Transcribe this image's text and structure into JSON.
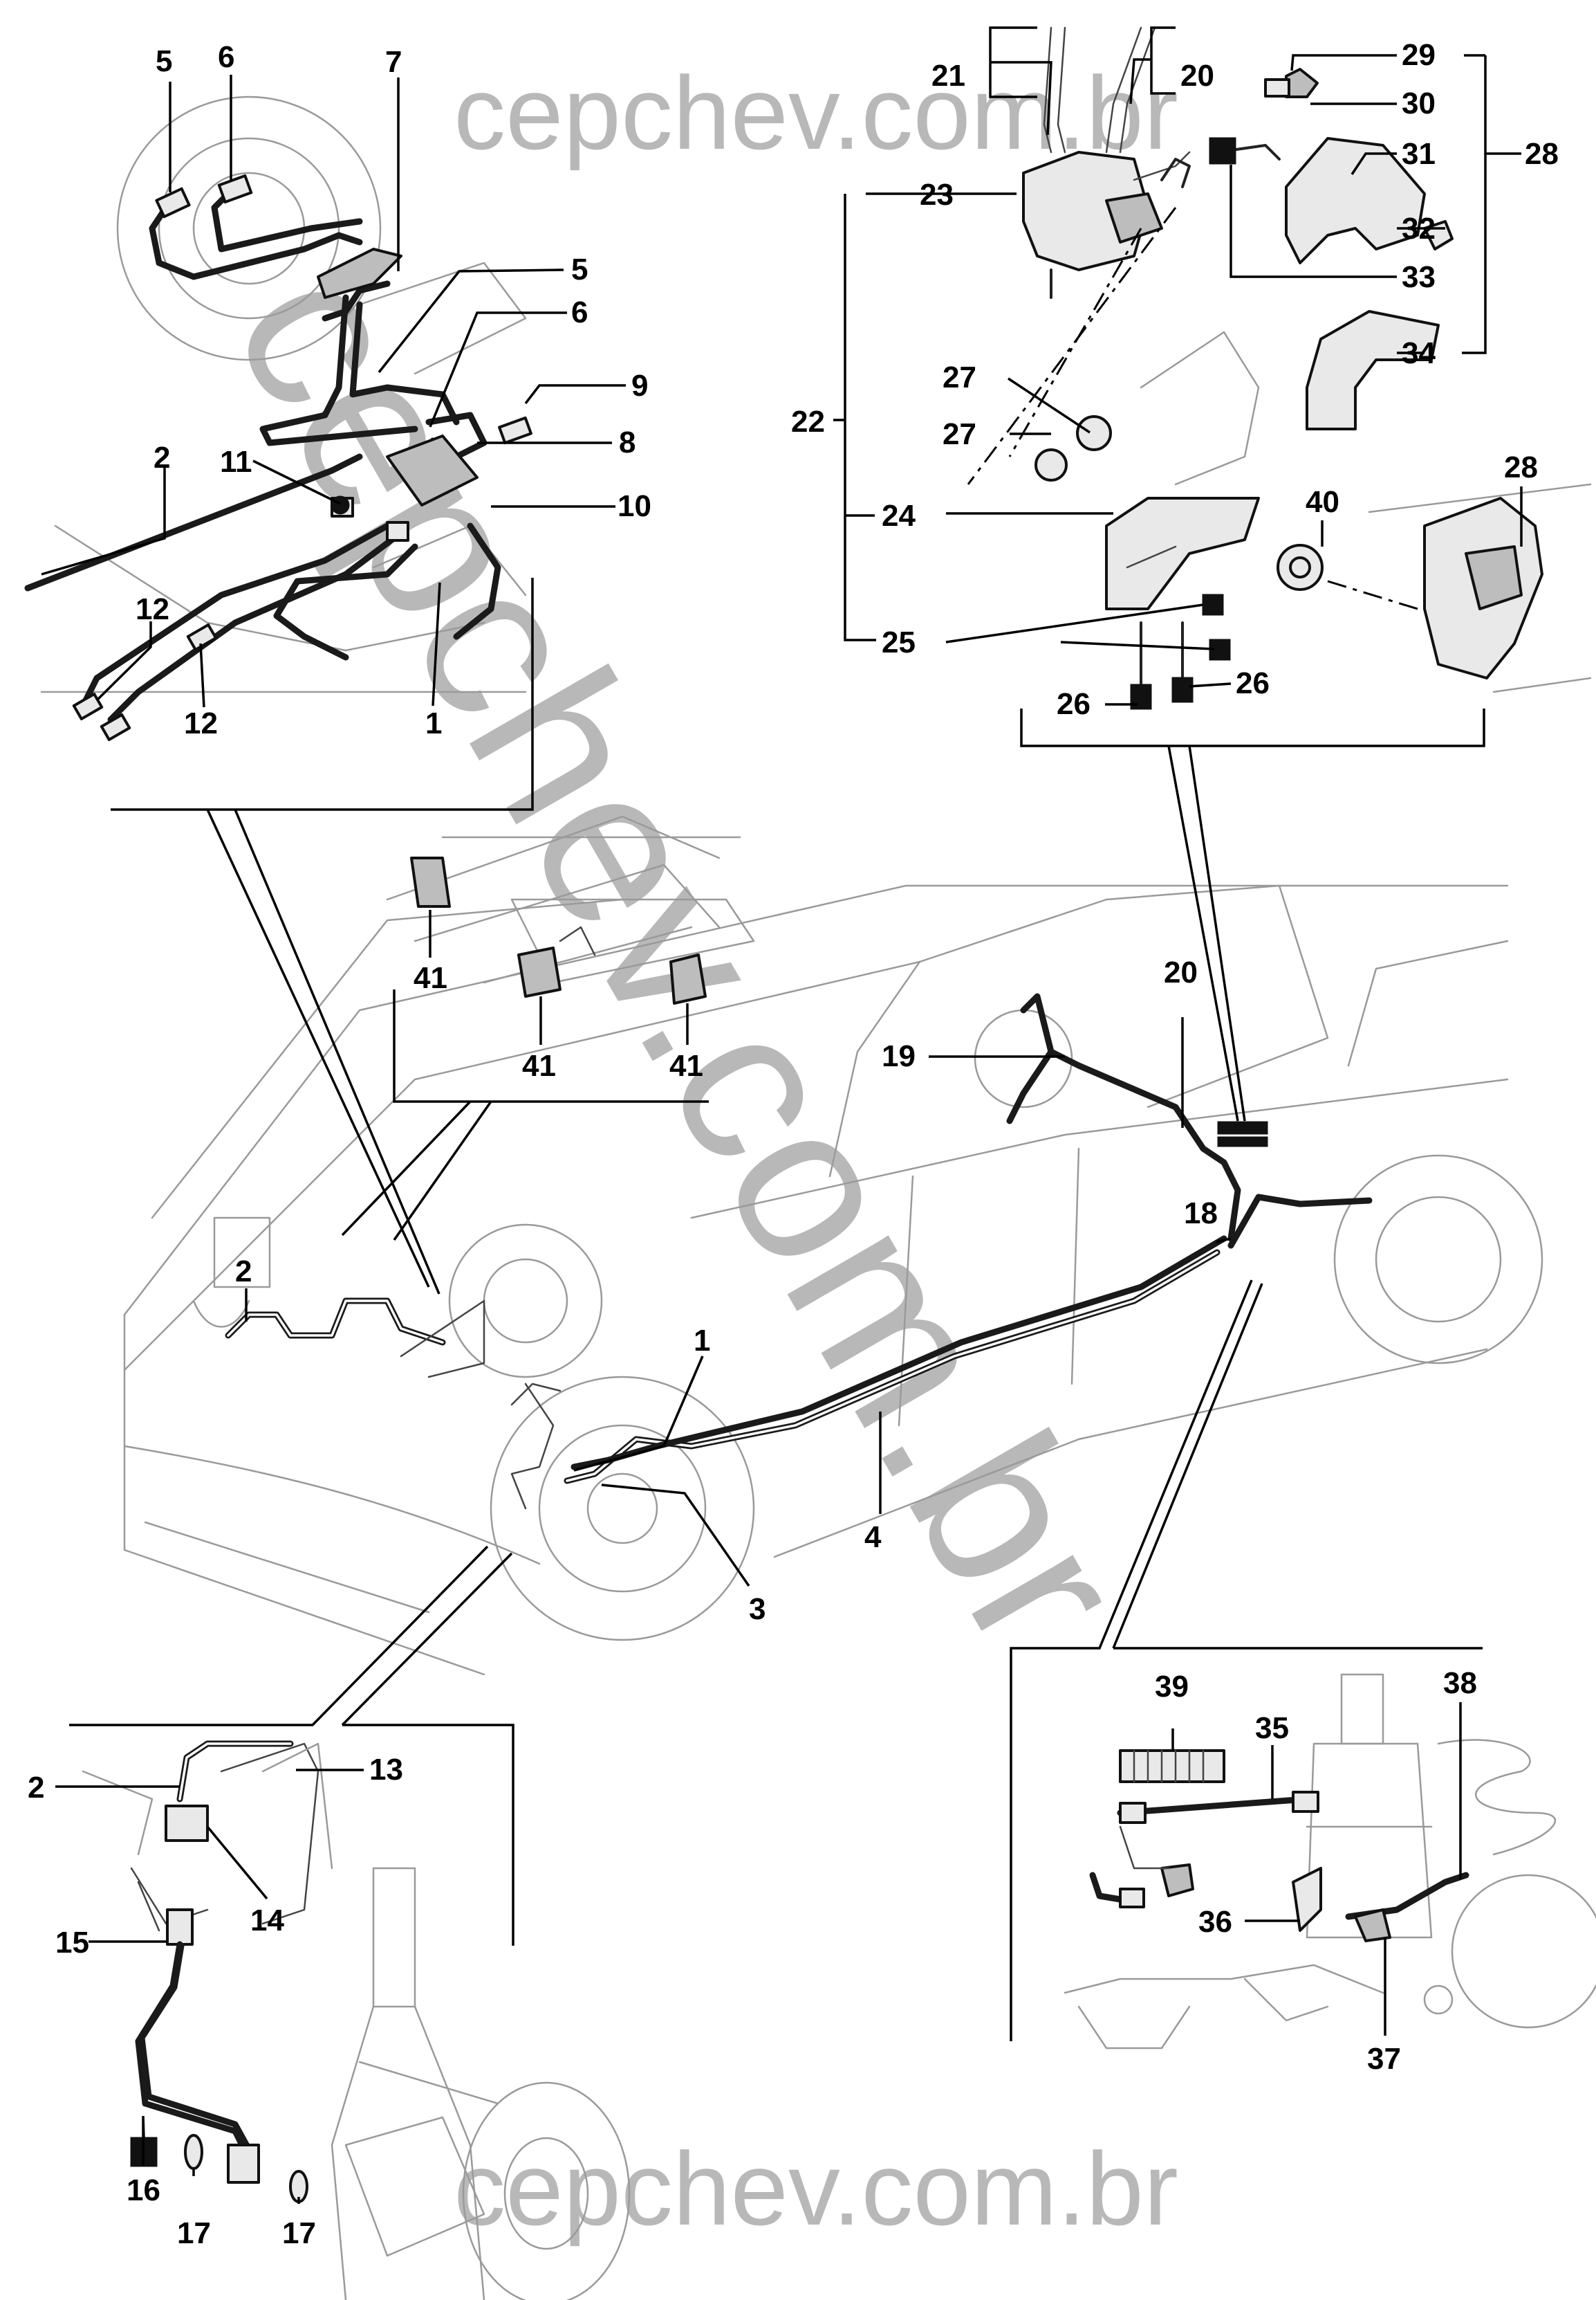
{
  "watermark": {
    "top": "cepchev.com.br",
    "diagonal": "cepchev.com.br",
    "bottom": "cepchev.com.br"
  },
  "callouts": [
    "1",
    "2",
    "3",
    "4",
    "5",
    "6",
    "7",
    "8",
    "9",
    "10",
    "11",
    "12",
    "13",
    "14",
    "15",
    "16",
    "17",
    "18",
    "19",
    "20",
    "21",
    "22",
    "23",
    "24",
    "25",
    "26",
    "27",
    "28",
    "29",
    "30",
    "31",
    "32",
    "33",
    "34",
    "35",
    "36",
    "37",
    "38",
    "39",
    "40",
    "41"
  ]
}
